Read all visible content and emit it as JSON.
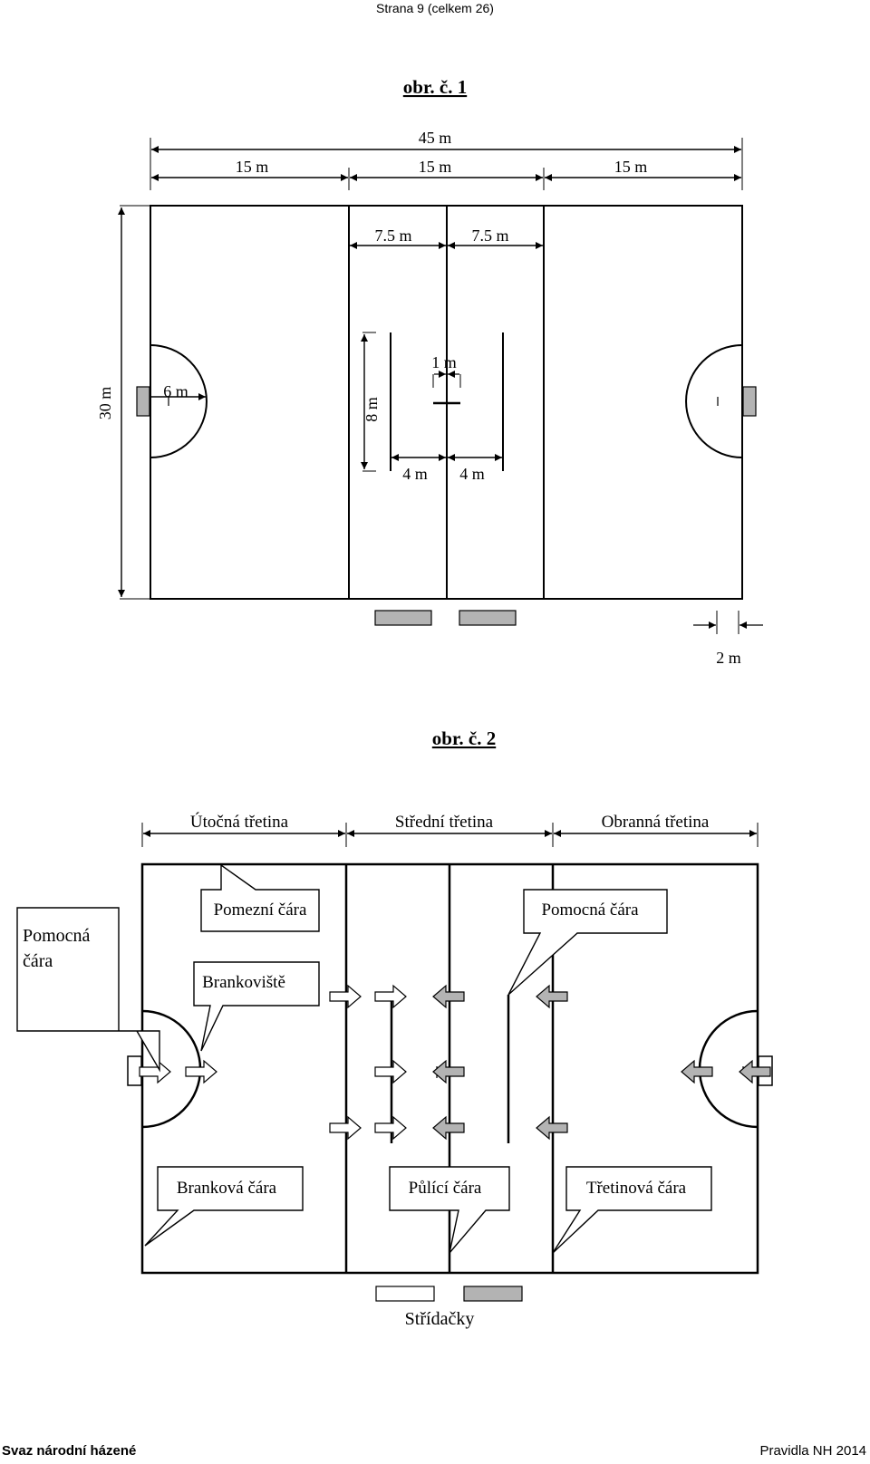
{
  "header": {
    "page_label": "Strana 9 (celkem 26)"
  },
  "figure1": {
    "title": "obr. č. 1",
    "dim_total": "45 m",
    "dim_third_left": "15 m",
    "dim_third_mid": "15 m",
    "dim_third_right": "15 m",
    "dim_half_left": "7.5 m",
    "dim_half_right": "7.5 m",
    "dim_height": "30 m",
    "dim_goal_radius": "6 m",
    "dim_aux_length": "8 m",
    "dim_center": "1 m",
    "dim_aux_left": "4 m",
    "dim_aux_right": "4 m",
    "dim_bench_offset": "2 m"
  },
  "figure2": {
    "title": "obr. č. 2",
    "third_attack": "Útočná třetina",
    "third_middle": "Střední třetina",
    "third_defense": "Obranná třetina",
    "callout_aux_line_left_1": "Pomocná",
    "callout_aux_line_left_2": "čára",
    "callout_side_line": "Pomezní čára",
    "callout_goal_area": "Brankoviště",
    "callout_aux_line_right": "Pomocná čára",
    "callout_goal_line": "Branková čára",
    "callout_half_line": "Půlící čára",
    "callout_third_line": "Třetinová čára",
    "benches_label": "Střídačky"
  },
  "footer": {
    "left": "Svaz národní házené",
    "right": "Pravidla NH 2014"
  },
  "colors": {
    "line": "#000000",
    "grey_fill": "#b3b3b3",
    "white_fill": "#ffffff"
  }
}
